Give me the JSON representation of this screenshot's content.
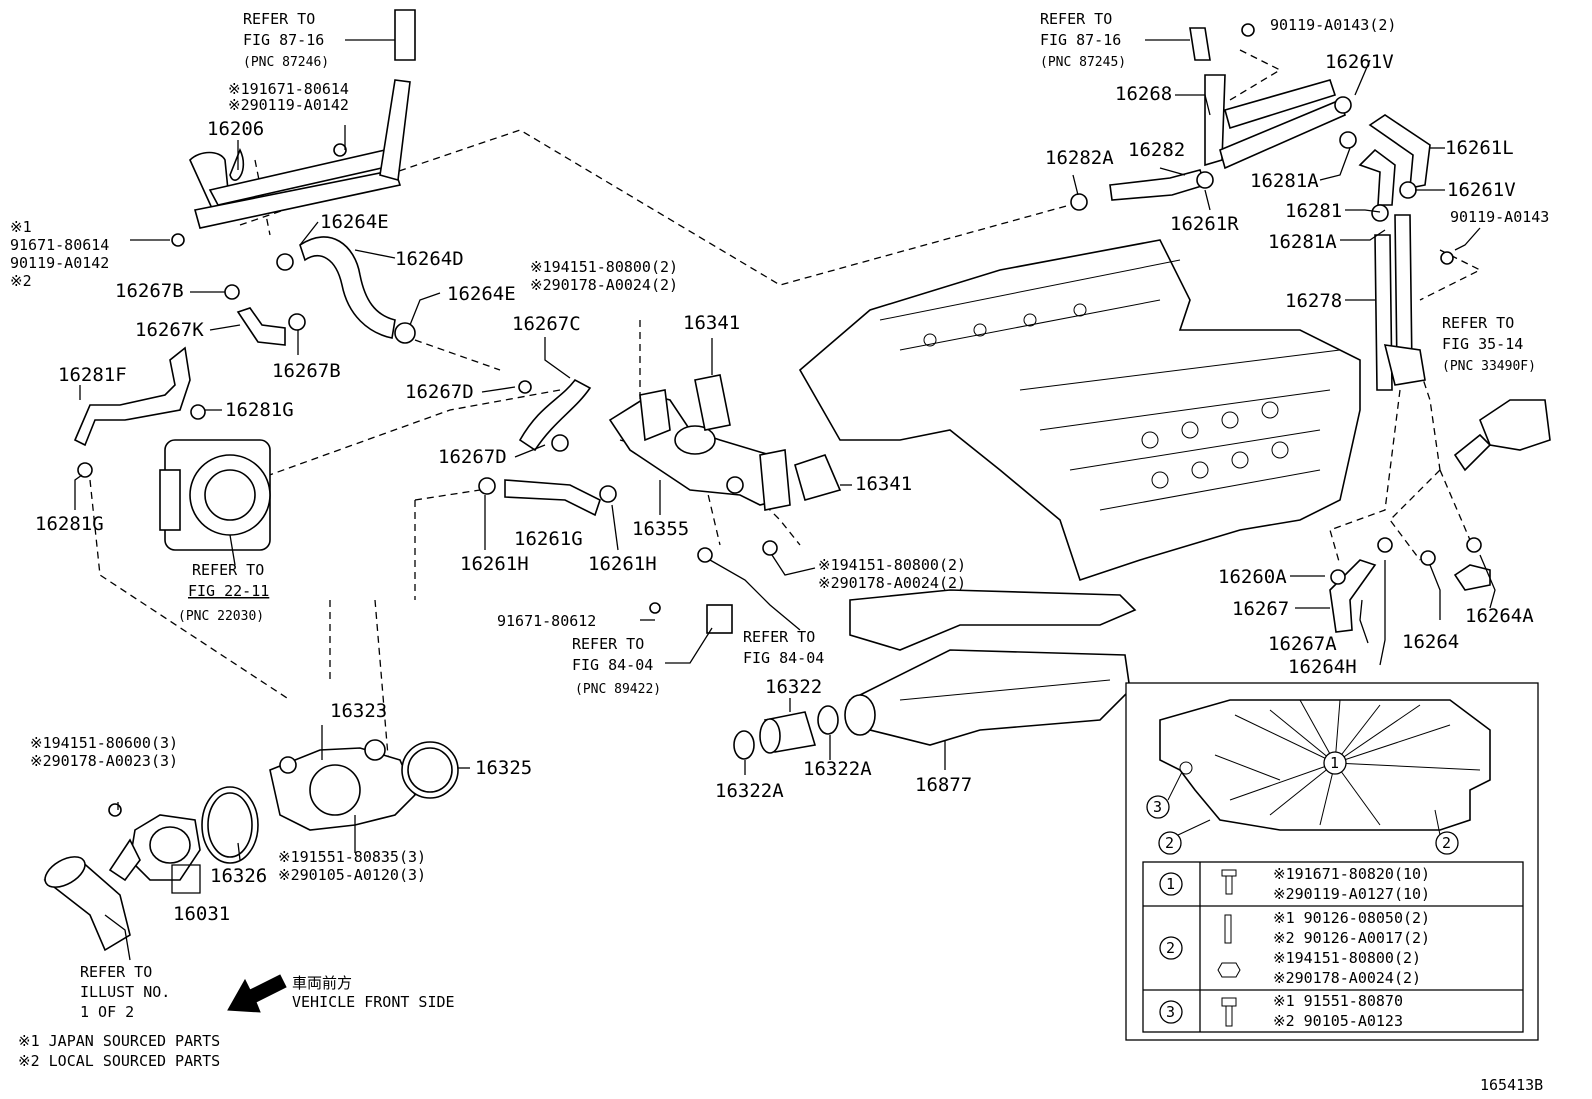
{
  "diagram_id": "165413B",
  "legend": {
    "note_1": "※1 JAPAN SOURCED PARTS",
    "note_2": "※2 LOCAL SOURCED PARTS"
  },
  "vehicle_front": {
    "jp": "車両前方",
    "en": "VEHICLE FRONT SIDE"
  },
  "refs": {
    "fig_87_16_left": [
      "REFER TO",
      "FIG 87-16",
      "(PNC 87246)"
    ],
    "fig_87_16_right": [
      "REFER TO",
      "FIG 87-16",
      "(PNC 87245)"
    ],
    "fig_35_14": [
      "REFER TO",
      "FIG 35-14",
      "(PNC 33490F)"
    ],
    "fig_22_11": [
      "REFER TO",
      "FIG 22-11",
      "(PNC 22030)"
    ],
    "fig_84_04_a": [
      "REFER TO",
      "FIG 84-04",
      "(PNC 89422)"
    ],
    "fig_84_04_b": [
      "REFER TO",
      "FIG 84-04"
    ],
    "illust": [
      "REFER TO",
      "ILLUST NO.",
      "1 OF 2"
    ]
  },
  "labels": {
    "p16206": "16206",
    "p16264E_a": "16264E",
    "p16264D": "16264D",
    "p16264E_b": "16264E",
    "p16267B_a": "16267B",
    "p16267K": "16267K",
    "p16267B_b": "16267B",
    "p16281F": "16281F",
    "p16281G_a": "16281G",
    "p16281G_b": "16281G",
    "p16267C": "16267C",
    "p16267D_a": "16267D",
    "p16267D_b": "16267D",
    "p16341_a": "16341",
    "p16341_b": "16341",
    "p16355": "16355",
    "p16261G": "16261G",
    "p16261H_a": "16261H",
    "p16261H_b": "16261H",
    "p16268": "16268",
    "p16261V_a": "16261V",
    "p16261L": "16261L",
    "p16282A": "16282A",
    "p16282": "16282",
    "p16281A_a": "16281A",
    "p16261V_b": "16261V",
    "p16261R": "16261R",
    "p16281": "16281",
    "p16281A_b": "16281A",
    "p16278": "16278",
    "p16260A": "16260A",
    "p16267": "16267",
    "p16267A": "16267A",
    "p16264H": "16264H",
    "p16264": "16264",
    "p16264A": "16264A",
    "p16323": "16323",
    "p16325": "16325",
    "p16326": "16326",
    "p16031": "16031",
    "p16322": "16322",
    "p16322A_a": "16322A",
    "p16322A_b": "16322A",
    "p16877": "16877",
    "bolt_91671_80612": "91671-80612"
  },
  "fasteners": {
    "top_left": [
      "※191671-80614",
      "※290119-A0142"
    ],
    "left_side": [
      "※1",
      "91671-80614",
      "90119-A0142",
      "※2"
    ],
    "top_right": "90119-A0143(2)",
    "right_side": "90119-A0143",
    "center_top": [
      "※194151-80800(2)",
      "※290178-A0024(2)"
    ],
    "center_mid": [
      "※194151-80800(2)",
      "※290178-A0024(2)"
    ],
    "lower_left": [
      "※194151-80600(3)",
      "※290178-A0023(3)"
    ],
    "lower_mid": [
      "※191551-80835(3)",
      "※290105-A0120(3)"
    ]
  },
  "table": {
    "rows": [
      {
        "key": "1",
        "lines": [
          "※191671-80820(10)",
          "※290119-A0127(10)"
        ]
      },
      {
        "key": "2",
        "lines": [
          "※1 90126-08050(2)",
          "※2 90126-A0017(2)",
          "※194151-80800(2)",
          "※290178-A0024(2)"
        ]
      },
      {
        "key": "3",
        "lines": [
          "※1 91551-80870",
          "※2 90105-A0123"
        ]
      }
    ]
  },
  "inset_callouts": [
    "1",
    "2",
    "2",
    "3"
  ]
}
